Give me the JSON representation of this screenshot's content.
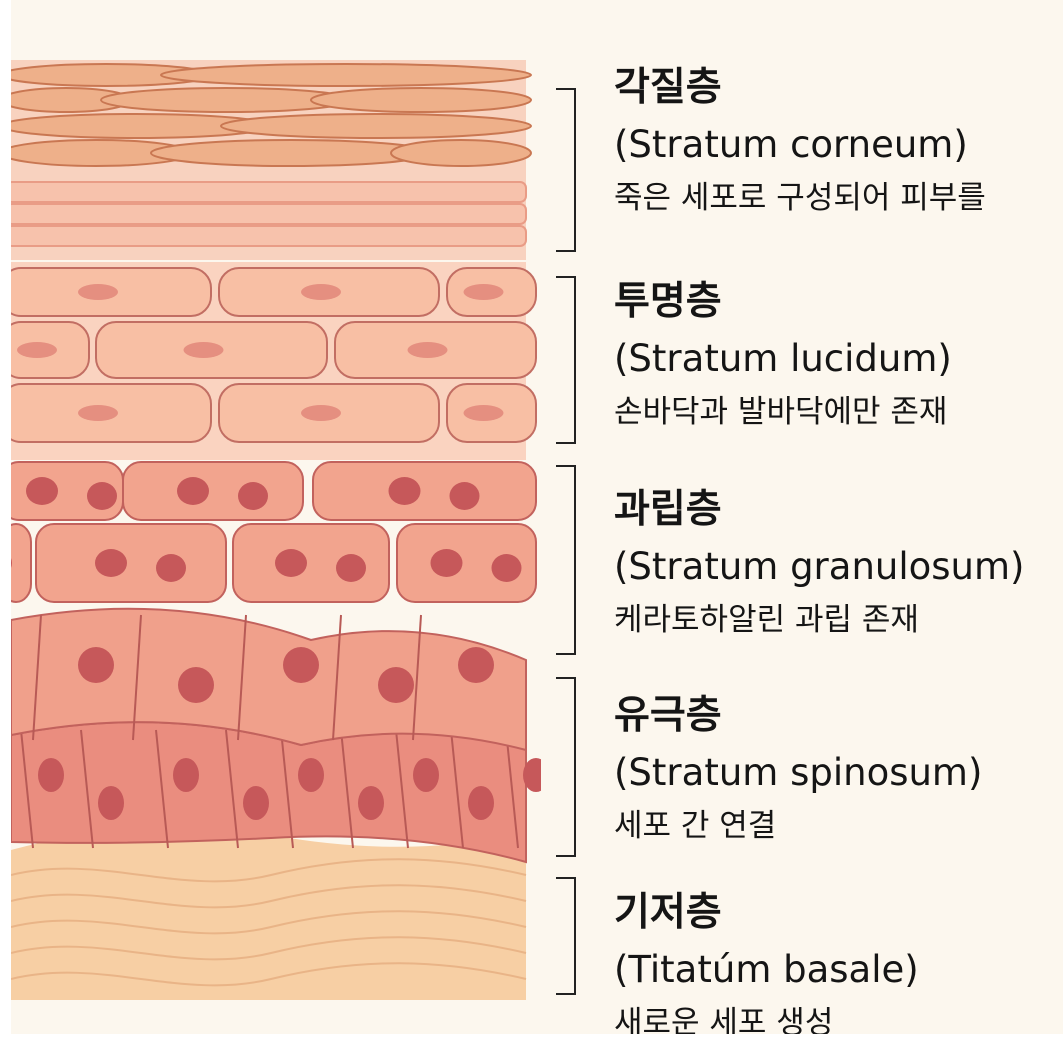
{
  "layers": [
    {
      "name_ko": "각질층",
      "name_en": "(Stratum corneum)",
      "description": "죽은 세포로 구성되어 피부를"
    },
    {
      "name_ko": "투명층",
      "name_en": "(Stratum lucidum)",
      "description": "손바닥과 발바닥에만 존재"
    },
    {
      "name_ko": "과립층",
      "name_en": "(Stratum granulosum)",
      "description": "케라토하알린 과립 존재"
    },
    {
      "name_ko": "유극층",
      "name_en": "(Stratum spinosum)",
      "description": "세포 간 연결"
    },
    {
      "name_ko": "기저층",
      "name_en": "(Titatúm basale)",
      "description": "새로운 세포 생성"
    }
  ],
  "colors": {
    "background": "#fcf7ee",
    "corneum": "#eeb08a",
    "lucidum": "#f8bfa4",
    "granulosum": "#f2a48e",
    "spinosum": "#ea8d7f",
    "basale": "#f7cfa4",
    "nucleus": "#c6585a"
  }
}
